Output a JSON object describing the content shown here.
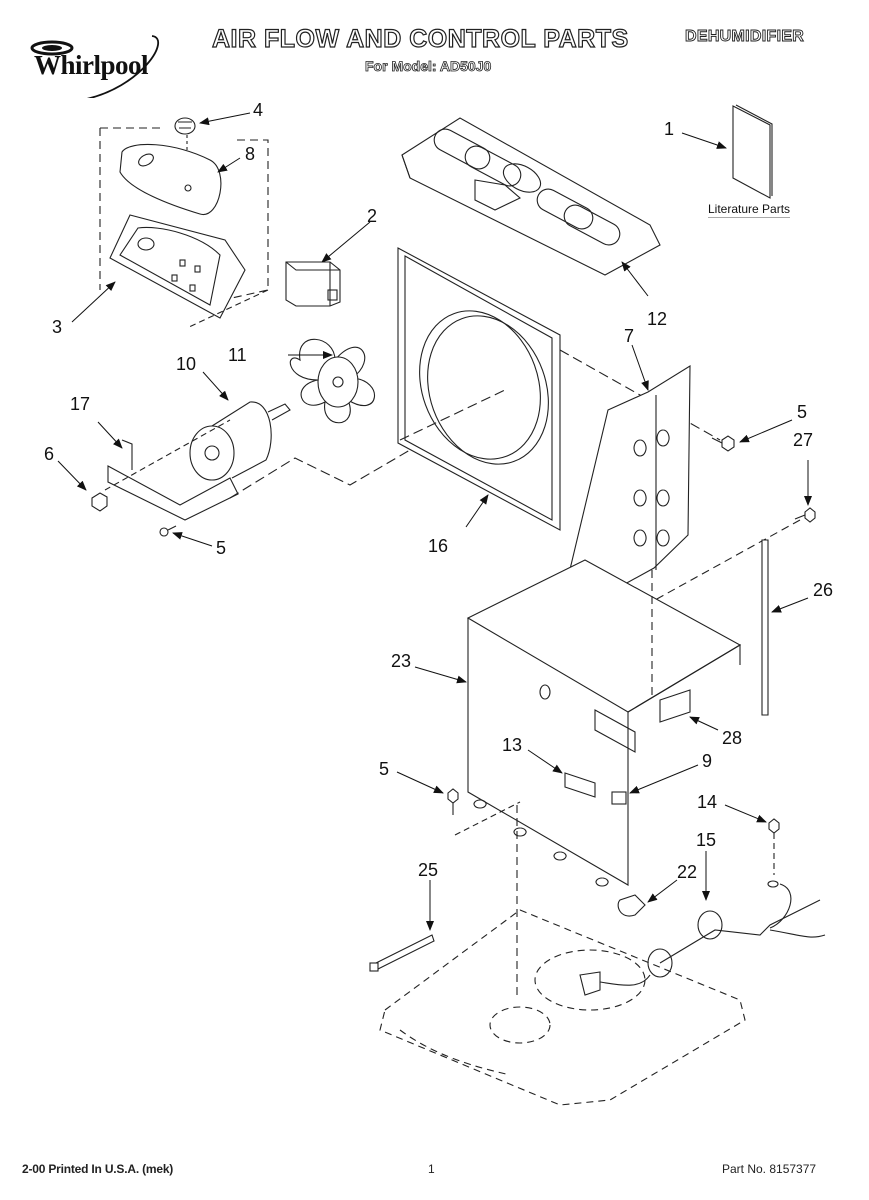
{
  "header": {
    "brand": "Whirlpool",
    "title": "AIR FLOW AND CONTROL PARTS",
    "subtitle": "For Model: AD50J0",
    "category": "DEHUMIDIFIER"
  },
  "literature": {
    "caption": "Literature Parts",
    "icon": "booklet-icon"
  },
  "callouts": [
    {
      "label": "1",
      "part": "literature-parts"
    },
    {
      "label": "2",
      "part": "switch-box"
    },
    {
      "label": "3",
      "part": "control-panel"
    },
    {
      "label": "4",
      "part": "knob"
    },
    {
      "label": "5",
      "part": "screw"
    },
    {
      "label": "5",
      "part": "screw"
    },
    {
      "label": "5",
      "part": "screw"
    },
    {
      "label": "6",
      "part": "nut"
    },
    {
      "label": "7",
      "part": "evaporator-bracket"
    },
    {
      "label": "8",
      "part": "control-panel-overlay"
    },
    {
      "label": "9",
      "part": "clip"
    },
    {
      "label": "10",
      "part": "fan-motor"
    },
    {
      "label": "11",
      "part": "fan-blade"
    },
    {
      "label": "12",
      "part": "top-cover-grille"
    },
    {
      "label": "13",
      "part": "overload-switch"
    },
    {
      "label": "14",
      "part": "ground-screw"
    },
    {
      "label": "15",
      "part": "power-cord"
    },
    {
      "label": "16",
      "part": "fan-shroud"
    },
    {
      "label": "17",
      "part": "motor-bracket"
    },
    {
      "label": "22",
      "part": "cord-clamp"
    },
    {
      "label": "23",
      "part": "cabinet-base-housing"
    },
    {
      "label": "25",
      "part": "wire-tie"
    },
    {
      "label": "26",
      "part": "drain-rod"
    },
    {
      "label": "27",
      "part": "screw"
    },
    {
      "label": "28",
      "part": "bracket-clip"
    }
  ],
  "footer": {
    "print_info": "2-00 Printed In U.S.A. (mek)",
    "page_number": "1",
    "part_number": "Part No. 8157377"
  }
}
